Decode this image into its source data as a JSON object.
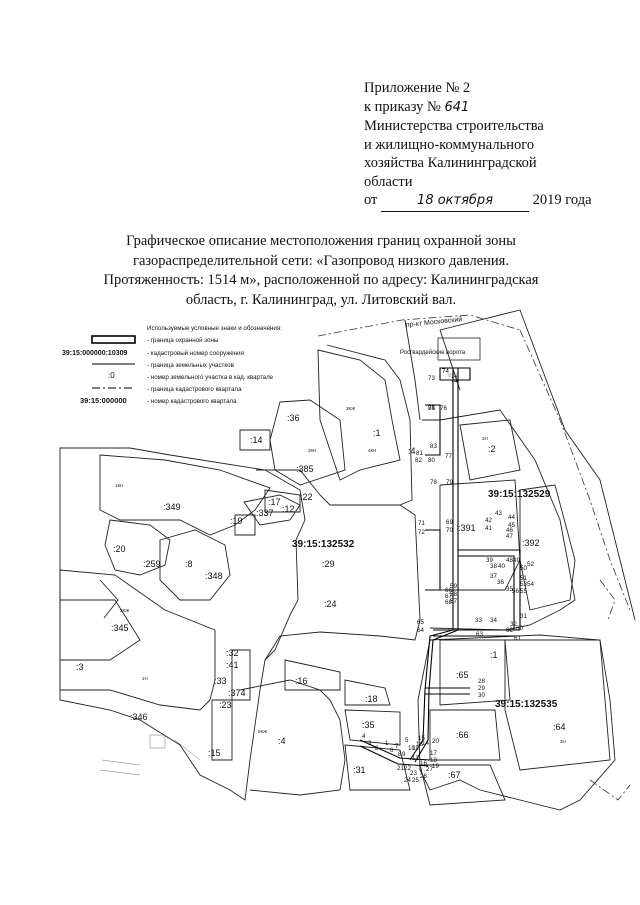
{
  "header": {
    "line1": "Приложение № 2",
    "line2_prefix": "к приказу №",
    "order_number": "641",
    "line3": "Министерства строительства",
    "line4": "и жилищно-коммунального",
    "line5": "хозяйства Калининградской",
    "line6": "области",
    "date_prefix": "от",
    "date_handwritten": "18 октября",
    "date_suffix": "2019 года"
  },
  "title": {
    "line1": "Графическое описание местоположения границ охранной зоны",
    "line2": "газораспределительной сети: «Газопровод низкого давления.",
    "line3": "Протяженность: 1514 м», расположенной по адресу: Калининградская",
    "line4": "область, г. Калининград, ул. Литовский вал."
  },
  "legend": {
    "heading": "Используемые условные знаки и обозначения:",
    "items": [
      {
        "sample": "",
        "text": "- граница охранной зоны"
      },
      {
        "sample": "39:15:000000:10309",
        "text": "- кадастровый номер сооружения"
      },
      {
        "sample": "",
        "text": "- граница земельных участков"
      },
      {
        "sample": ":0",
        "text": "- номер земельного участка в кад. квартале"
      },
      {
        "sample": "",
        "text": "- граница кадастрового квартала"
      },
      {
        "sample": "39:15:000000",
        "text": "- номер кадастрового квартала"
      }
    ]
  },
  "map": {
    "street_label": "пр-кт Московский",
    "gate_label": "Росгвардейские ворота",
    "quarters": [
      "39:15:132532",
      "39:15:132529",
      "39:15:132535"
    ],
    "parcels": [
      ":1",
      ":36",
      ":14",
      ":385",
      ":349",
      ":17",
      ":22",
      ":337",
      ":12",
      ":19",
      ":20",
      ":259",
      ":8",
      ":348",
      ":345",
      ":3",
      ":346",
      ":29",
      ":24",
      ":4",
      ":2",
      ":391",
      ":392",
      ":65",
      ":66",
      ":67",
      ":64",
      ":16",
      ":18",
      ":35",
      ":31",
      ":32",
      ":41",
      ":33",
      ":374",
      ":23",
      ":15",
      ":1",
      ":4",
      ":1"
    ],
    "points": [
      "1",
      "2",
      "3",
      "4",
      "5",
      "6",
      "7",
      "8",
      "9",
      "10",
      "11",
      "12",
      "13",
      "14",
      "15",
      "16",
      "17",
      "18",
      "19",
      "20",
      "21",
      "22",
      "23",
      "24",
      "25",
      "26",
      "27",
      "28",
      "29",
      "30",
      "31",
      "32",
      "33",
      "34",
      "35",
      "36",
      "37",
      "38",
      "39",
      "40",
      "41",
      "42",
      "43",
      "44",
      "45",
      "46",
      "47",
      "48",
      "49",
      "50",
      "51",
      "52",
      "53",
      "54",
      "55",
      "56",
      "57",
      "58",
      "59",
      "60",
      "61",
      "62",
      "63",
      "64",
      "65",
      "66",
      "67",
      "68",
      "69",
      "70",
      "71",
      "72",
      "73",
      "74",
      "75",
      "76",
      "77",
      "78",
      "79",
      "80",
      "81",
      "82",
      "83",
      "84"
    ],
    "building_labels": [
      "3КЖ",
      "2КН",
      "4КН",
      "1КН",
      "2КЖ",
      "1Н",
      "2Н",
      "5КЖ",
      "3Н"
    ]
  }
}
